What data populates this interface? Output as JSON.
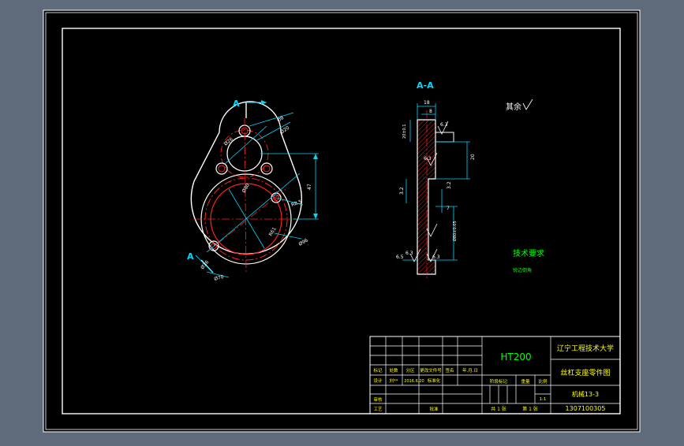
{
  "colors": {
    "background": "#5f6b7a",
    "paper": "#000000",
    "line": "#ffffff",
    "red": "#ff2020",
    "cyan": "#00d8ff",
    "green": "#00ff00",
    "yellow": "#ffff00",
    "hatch": "#ff3030"
  },
  "front_view": {
    "section_marker": "A",
    "section_marker_bottom": "A",
    "dims": {
      "hole_top": "Ø8",
      "boss_top": "Ø20",
      "hole_center": "Ø26",
      "height": "47",
      "bore": "Ø80",
      "radius_r": "R8.5",
      "outer_radius": "R61",
      "flange": "Ø96",
      "bottom_dia": "Ø70",
      "bolt_circle": "Ø36"
    }
  },
  "section_view": {
    "title": "A-A",
    "dims": {
      "top_width": "18",
      "inner_width": "8",
      "top_height": "20±0.1",
      "right_depth": "20",
      "rough_a": "6.3",
      "rough_b": "6.3",
      "rough_c": "3.2",
      "rough_d": "3.2",
      "rough_e": "6.3",
      "rough_f": "6.3",
      "depth_7": "7",
      "bore_dim": "Ø80±0.05",
      "step": "6.5"
    },
    "rest_roughness": "其余",
    "tech_title": "技术要求",
    "tech_note": "锐边倒角"
  },
  "title_block": {
    "material": "HT200",
    "school": "辽宁工程技术大学",
    "part_name": "丝杠支座零件图",
    "class_code": "机械13-3",
    "student_id": "1307100305",
    "headers": [
      "标记",
      "处数",
      "分区",
      "更改文件号",
      "签名",
      "年.月.日"
    ],
    "row_design": [
      "设计",
      "刘**",
      "2016.6.20",
      "标准化"
    ],
    "row_review": "审核",
    "row_process": [
      "工艺",
      "批准"
    ],
    "stage_label": "阶段标记",
    "weight_label": "重量",
    "scale_label": "比例",
    "scale_value": "1:1",
    "total_sheets": "共 1 张",
    "sheet_no": "第 1 张"
  }
}
